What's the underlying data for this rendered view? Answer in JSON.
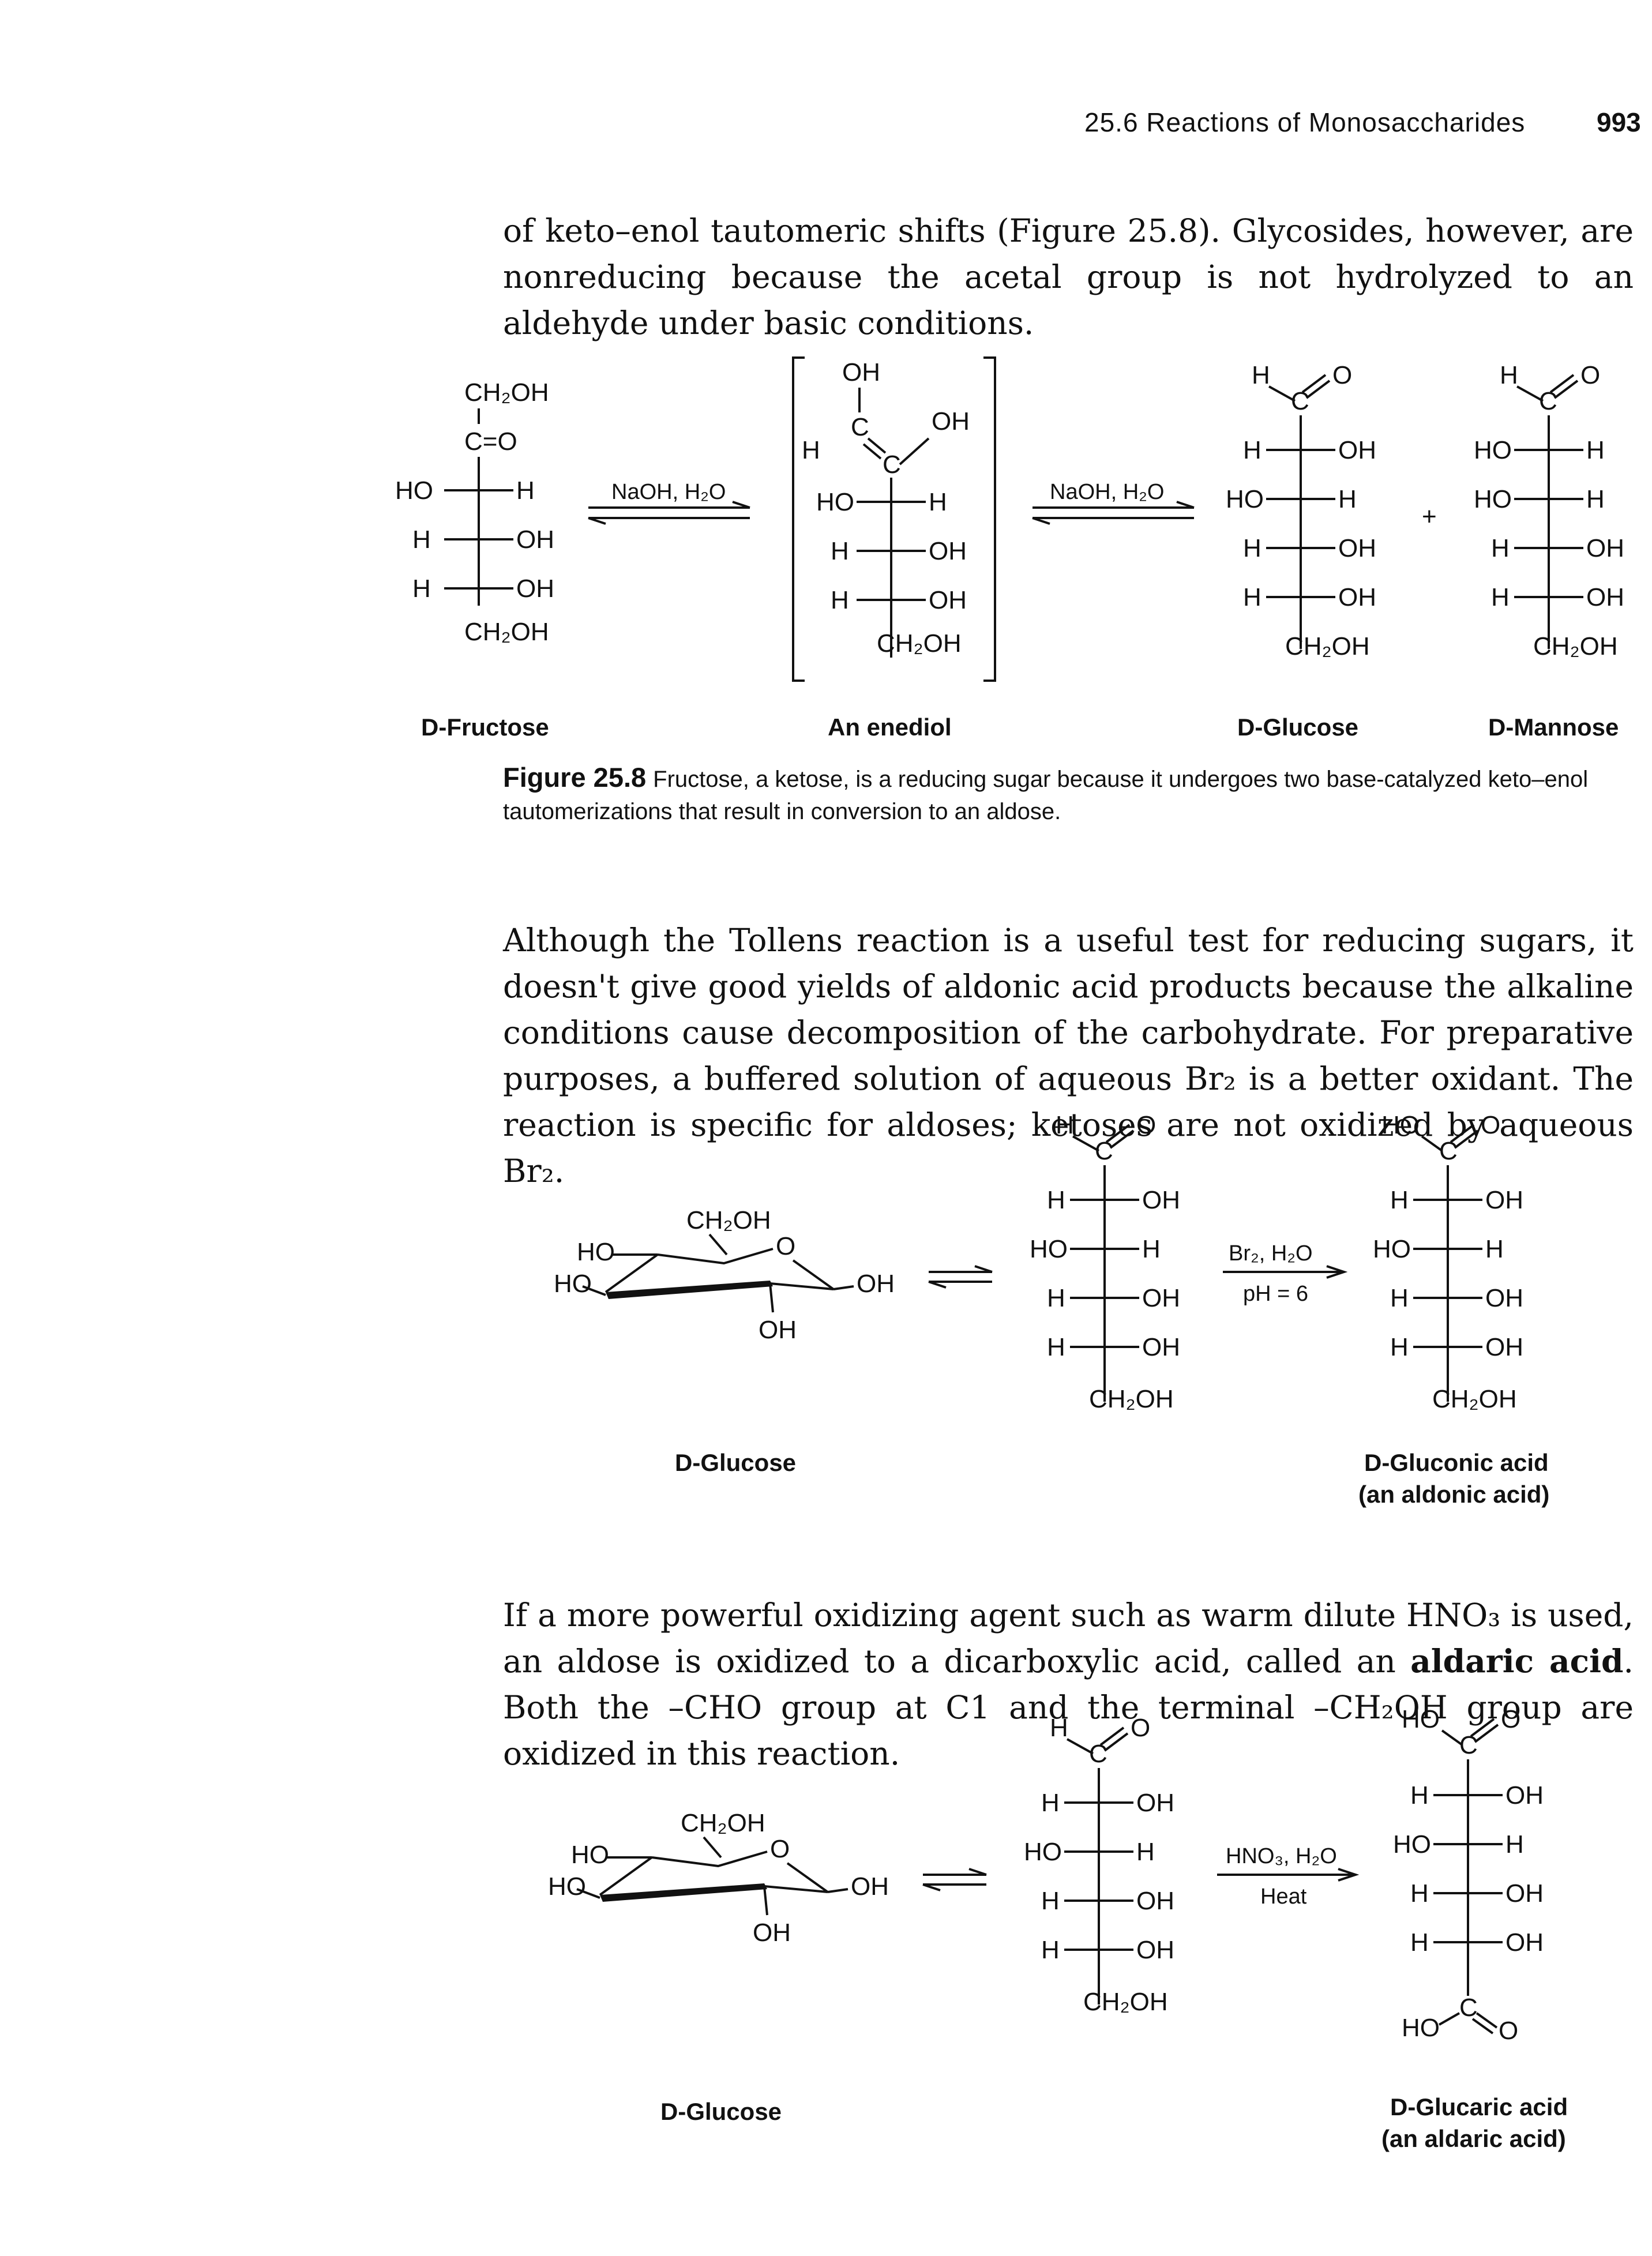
{
  "header": {
    "running_head": "25.6 Reactions of Monosaccharides",
    "page_number": "993"
  },
  "text": {
    "p1": "of keto–enol tautomeric shifts (Figure 25.8). Glycosides, however, are nonreducing because the acetal group is not hydrolyzed to an aldehyde under basic conditions.",
    "p2": "Although the Tollens reaction is a useful test for reducing sugars, it doesn't give good yields of aldonic acid products because the alkaline conditions cause decomposition of the carbohydrate. For preparative purposes, a buffered solution of aqueous Br₂ is a better oxidant. The reaction is specific for aldoses; ketoses are not oxidized by aqueous Br₂.",
    "p3_part1": "If a more powerful oxidizing agent such as warm dilute HNO₃ is used, an aldose is oxidized to a dicarboxylic acid, called an ",
    "p3_bold": "aldaric acid",
    "p3_part2": ". Both the –CHO group at C1 and the terminal –CH₂OH group are oxidized in this reaction."
  },
  "caption": {
    "label": "Figure 25.8",
    "text": "Fructose, a ketose, is a reducing sugar because it undergoes two base-catalyzed keto–enol tautomerizations that result in conversion to an aldose."
  },
  "fig1": {
    "fructose_name": "D-Fructose",
    "enediol_name": "An enediol",
    "glucose_name": "D-Glucose",
    "mannose_name": "D-Mannose",
    "reagent1": "NaOH, H₂O",
    "reagent2": "NaOH, H₂O",
    "plus": "+"
  },
  "fig2": {
    "glucose_ring_name": "D-Glucose",
    "product_name_line1": "D-Gluconic acid",
    "product_name_line2": "(an aldonic acid)",
    "reagent_top": "Br₂, H₂O",
    "reagent_bottom": "pH = 6"
  },
  "fig3": {
    "glucose_ring_name": "D-Glucose",
    "product_name_line1": "D-Glucaric acid",
    "product_name_line2": "(an aldaric acid)",
    "reagent_top": "HNO₃, H₂O",
    "reagent_bottom": "Heat"
  },
  "chem": {
    "CH2OH": "CH₂OH",
    "CO": "C=O",
    "C": "C",
    "O": "O",
    "H": "H",
    "HO": "HO",
    "OH": "OH"
  }
}
